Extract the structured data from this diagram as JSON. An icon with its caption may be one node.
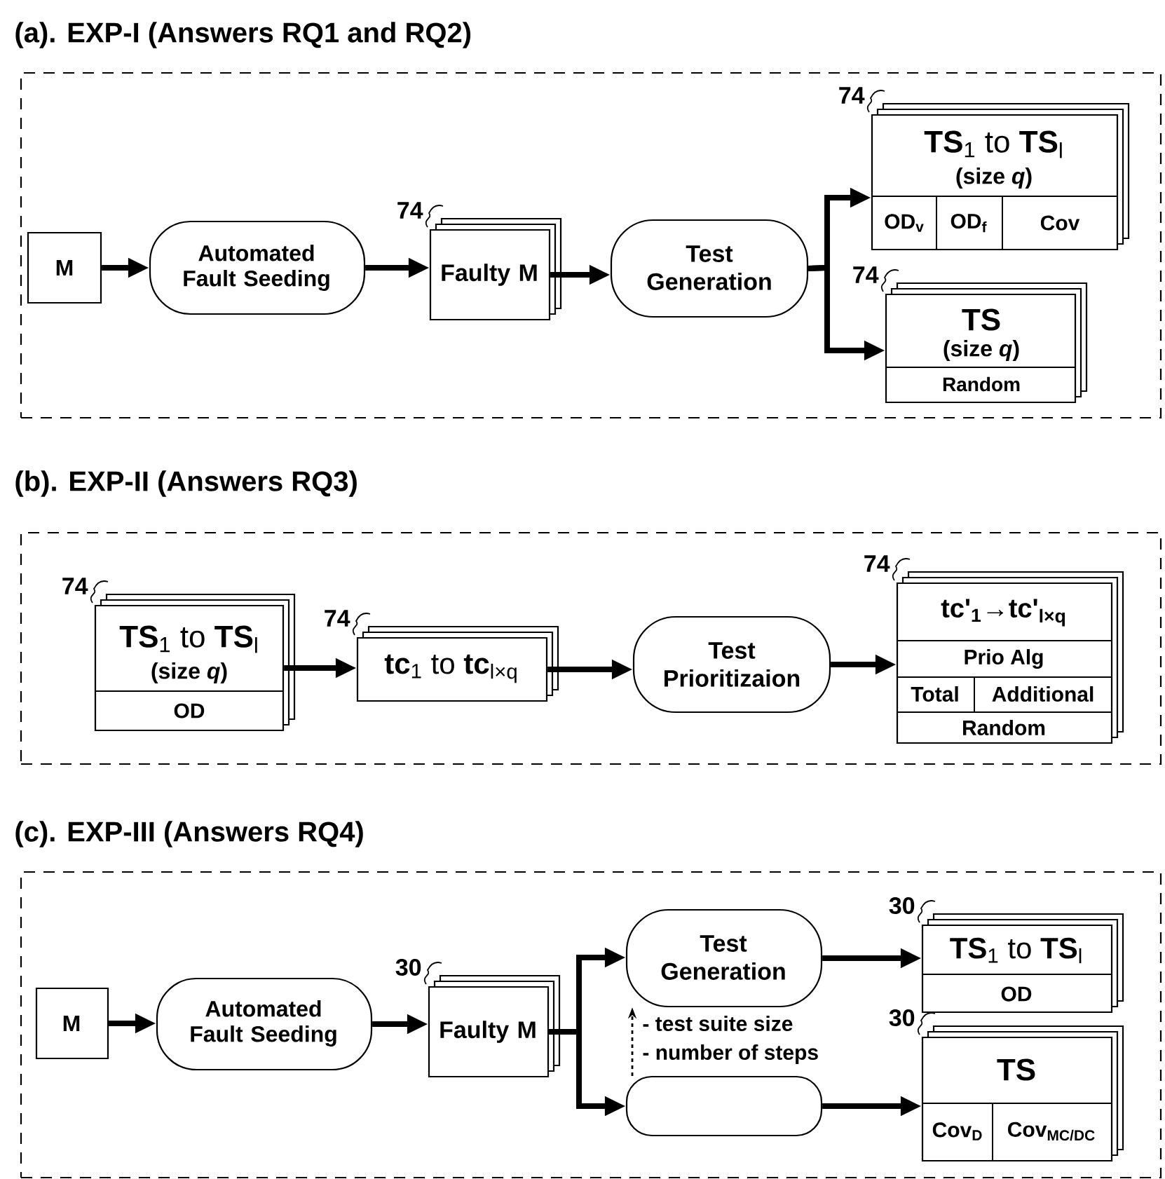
{
  "diagram": {
    "nodes": [
      {
        "text": [
          "(a). EXP-I (Answers RQ1 and RQ2)"
        ]
      },
      {
        "text": [
          "M"
        ],
        "in": 0
      },
      {
        "text": [
          "Automated Fault Seeding"
        ],
        "in": 0
      },
      {
        "text": [
          "Faulty M"
        ],
        "in": 0,
        "beside": [
          "74"
        ]
      },
      {
        "text": [
          "Test Generation"
        ],
        "in": 0
      },
      {
        "text": [
          "**TS**$_{1}$ to **TS**$_{l}$",
          "(size *q*)",
          "OD$_{v}$",
          "OD$_{f}$",
          "Cov"
        ],
        "in": 0,
        "beside": [
          "74"
        ]
      },
      {
        "text": [
          "TS",
          "(size *q*)",
          "Random"
        ],
        "in": 0,
        "beside": [
          "74"
        ]
      },
      {
        "text": [
          "(b). EXP-II (Answers RQ3)"
        ]
      },
      {
        "text": [
          "**TS**$_{1}$ to **TS**$_{l}$",
          "(size *q*)",
          "OD"
        ],
        "in": 7,
        "beside": [
          "74"
        ]
      },
      {
        "text": [
          "**tc**$_{1}$ to **tc**$_{l×q}$"
        ],
        "in": 7,
        "beside": [
          "74"
        ]
      },
      {
        "text": [
          "Test Prioritizaion"
        ],
        "in": 7
      },
      {
        "text": [
          "tc'$_{1}$→tc'$_{l×q}$",
          "Prio Alg",
          "Total",
          "Additional",
          "Random"
        ],
        "in": 7,
        "beside": [
          "74"
        ]
      },
      {
        "text": [
          "(c). EXP-III (Answers RQ4)"
        ]
      },
      {
        "text": [
          "M"
        ],
        "in": 12
      },
      {
        "text": [
          "Automated Fault Seeding"
        ],
        "in": 12
      },
      {
        "text": [
          "Faulty M"
        ],
        "in": 12,
        "beside": [
          "30"
        ]
      },
      {
        "text": [
          "Test Generation"
        ],
        "in": 12
      },
      {
        "text": [],
        "shape": "box",
        "in": 12
      },
      {
        "text": [
          "**TS**$_{1}$ to **TS**$_{l}$",
          "OD"
        ],
        "in": 12,
        "beside": [
          "30"
        ]
      },
      {
        "text": [
          "TS",
          "Cov$_{D}$",
          "Cov$_{MC/DC}$"
        ],
        "in": 12,
        "beside": [
          "30"
        ]
      }
    ],
    "edges": [
      {
        "from": 1,
        "to": 2,
        "arrow": "to"
      },
      {
        "from": 2,
        "to": 3,
        "arrow": "to"
      },
      {
        "from": 3,
        "to": 4,
        "arrow": "to"
      },
      {
        "from": 4,
        "to": 5,
        "arrow": "to"
      },
      {
        "from": 4,
        "to": 6,
        "arrow": "to"
      },
      {
        "from": 8,
        "to": 9,
        "arrow": "to"
      },
      {
        "from": 9,
        "to": 10,
        "arrow": "to"
      },
      {
        "from": 10,
        "to": 11,
        "arrow": "to"
      },
      {
        "from": 13,
        "to": 14,
        "arrow": "to"
      },
      {
        "from": 14,
        "to": 15,
        "arrow": "to"
      },
      {
        "from": 15,
        "to": 16,
        "arrow": "to"
      },
      {
        "from": 15,
        "to": 17,
        "arrow": "to"
      },
      {
        "from": 16,
        "to": 18,
        "arrow": "to"
      },
      {
        "from": 17,
        "to": 19,
        "arrow": "to"
      },
      {
        "from": 17,
        "to": 16,
        "arrow": "to",
        "style": "dashed"
      }
    ],
    "labels": [
      "- test suite size",
      "- number of steps"
    ]
  }
}
